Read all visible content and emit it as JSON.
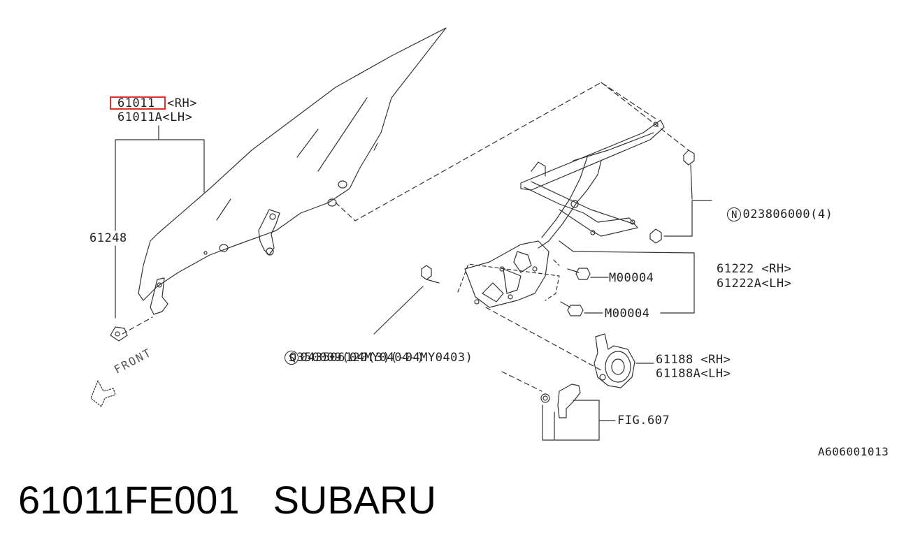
{
  "labels": {
    "glass_rh_part": "61011",
    "glass_rh_side": "<RH>",
    "glass_lh": "61011A<LH>",
    "weatherstrip": "61248",
    "nut_part": "023806000(4)",
    "nut_symbol": "N",
    "bolt_upper": "M00004",
    "bolt_lower": "M00004",
    "regulator_rh": "61222 <RH>",
    "regulator_lh": "61222A<LH>",
    "screw_symbol": "S",
    "screw_line1": "043506120(3)(-04MY0403)",
    "screw_line2": "Q350009(04MY0404-)",
    "motor_rh": "61188 <RH>",
    "motor_lh": "61188A<LH>",
    "fig_ref": "FIG.607",
    "front": "FRONT",
    "drawing_code": "A606001013"
  },
  "footer": {
    "part_number": "61011FE001",
    "brand": "SUBARU"
  },
  "colors": {
    "highlight": "#e03030",
    "line": "#333333"
  }
}
